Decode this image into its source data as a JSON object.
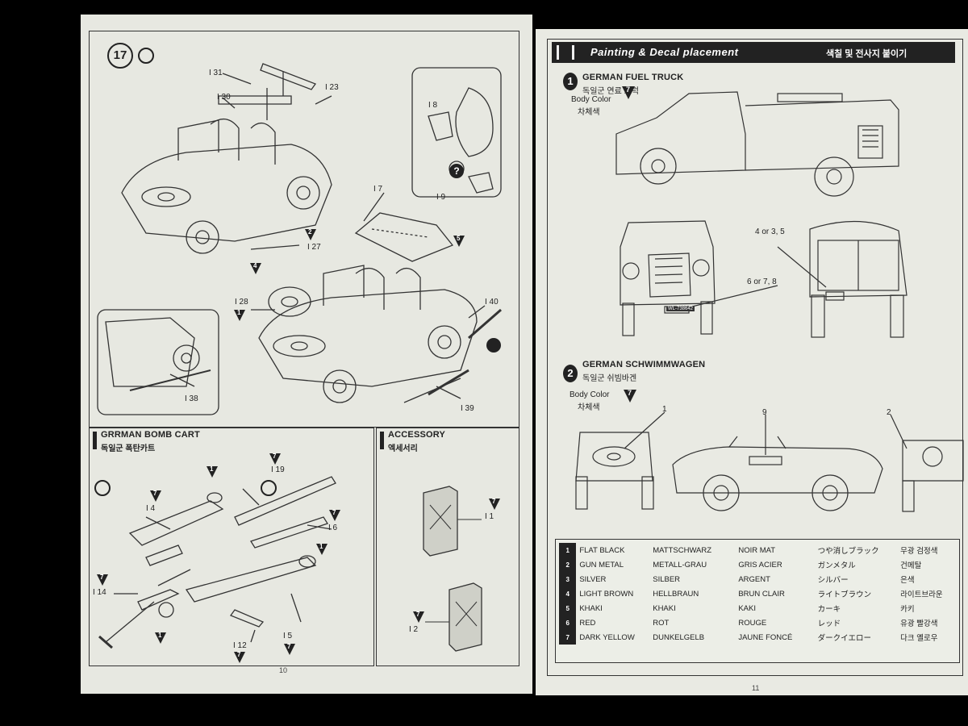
{
  "left_page": {
    "step_number": "17",
    "parts": {
      "i31": "I 31",
      "i30": "I 30",
      "i23": "I 23",
      "i27": "I 27",
      "i7": "I 7",
      "i8": "I 8",
      "i9": "I 9",
      "i28": "I 28",
      "i40": "I 40",
      "i38": "I 38",
      "i39": "I 39"
    },
    "markers": {
      "m2": "2",
      "m4": "4",
      "m5": "5",
      "m1a": "1"
    },
    "bomb_cart": {
      "title": "GRRMAN BOMB CART",
      "subtitle": "독일군 폭탄카트",
      "parts": {
        "i4": "I 4",
        "i19": "I 19",
        "i6": "I 6",
        "i14": "I 14",
        "i12": "I 12",
        "i5": "I 5"
      },
      "markers": {
        "m7a": "7",
        "m1b": "1",
        "m7b": "7",
        "m7c": "7",
        "m1c": "1",
        "m7d": "7",
        "m1d": "1",
        "m7e": "7",
        "m7f": "7"
      }
    },
    "accessory": {
      "title": "ACCESSORY",
      "subtitle": "엑세서리",
      "parts": {
        "i1": "I 1",
        "i2": "I 2"
      },
      "markers": {
        "m7g": "7",
        "m7h": "7"
      }
    },
    "page_number": "10"
  },
  "right_page": {
    "banner": "Painting & Decal placement",
    "banner_korean": "색칠 및 전사지 붙이기",
    "section1": {
      "number": "1",
      "title": "GERMAN FUEL TRUCK",
      "subtitle": "독일군 연료 트럭",
      "body_color_label": "Body Color",
      "body_color_korean": "차체색",
      "body_color_marker": "7",
      "decal_a": "4 or 3, 5",
      "decal_b": "6 or 7, 8",
      "plate": "WL-738642"
    },
    "section2": {
      "number": "2",
      "title": "GERMAN SCHWIMMWAGEN",
      "subtitle": "독일군 쉬빔바겐",
      "body_color_label": "Body Color",
      "body_color_korean": "차체색",
      "body_color_marker": "7",
      "decal_1": "1",
      "decal_9": "9",
      "decal_2": "2"
    },
    "color_table": [
      {
        "num": "1",
        "en": "FLAT BLACK",
        "de": "MATTSCHWARZ",
        "fr": "NOIR MAT",
        "jp": "つや消しブラック",
        "kr": "무광 검정색"
      },
      {
        "num": "2",
        "en": "GUN METAL",
        "de": "METALL-GRAU",
        "fr": "GRIS ACIER",
        "jp": "ガンメタル",
        "kr": "건메탈"
      },
      {
        "num": "3",
        "en": "SILVER",
        "de": "SILBER",
        "fr": "ARGENT",
        "jp": "シルバー",
        "kr": "은색"
      },
      {
        "num": "4",
        "en": "LIGHT BROWN",
        "de": "HELLBRAUN",
        "fr": "BRUN CLAIR",
        "jp": "ライトブラウン",
        "kr": "라이트브라운"
      },
      {
        "num": "5",
        "en": "KHAKI",
        "de": "KHAKI",
        "fr": "KAKI",
        "jp": "カーキ",
        "kr": "카키"
      },
      {
        "num": "6",
        "en": "RED",
        "de": "ROT",
        "fr": "ROUGE",
        "jp": "レッド",
        "kr": "유광 빨강색"
      },
      {
        "num": "7",
        "en": "DARK YELLOW",
        "de": "DUNKELGELB",
        "fr": "JAUNE FONCÉ",
        "jp": "ダークイエロー",
        "kr": "다크 옐로우"
      }
    ],
    "page_number": "11"
  },
  "colors": {
    "paper": "#e7e8e1",
    "ink": "#222222",
    "background": "#000000"
  }
}
